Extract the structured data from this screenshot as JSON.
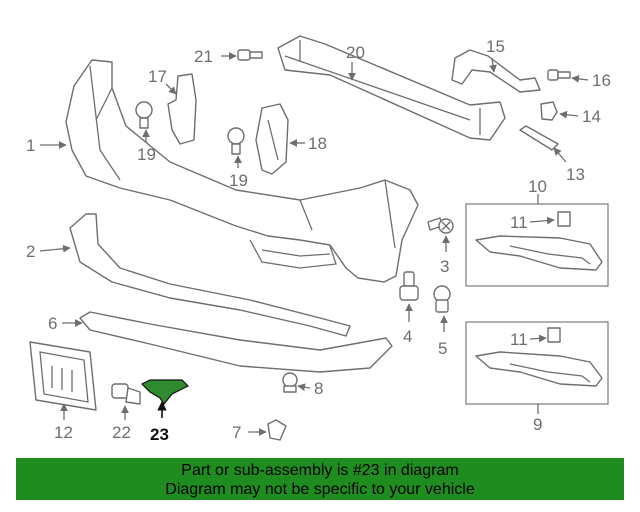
{
  "callouts": {
    "c1": "1",
    "c2": "2",
    "c3": "3",
    "c4": "4",
    "c5": "5",
    "c6": "6",
    "c7": "7",
    "c8": "8",
    "c9": "9",
    "c10": "10",
    "c11a": "11",
    "c11b": "11",
    "c12": "12",
    "c13": "13",
    "c14": "14",
    "c15": "15",
    "c16": "16",
    "c17": "17",
    "c18": "18",
    "c19a": "19",
    "c19b": "19",
    "c20": "20",
    "c21": "21",
    "c22": "22",
    "c23": "23"
  },
  "banner": {
    "line1": "Part or sub-assembly is #23 in diagram",
    "line2": "Diagram may not be specific to your vehicle"
  },
  "colors": {
    "banner": "#1f8c1f",
    "highlight_part": "#2e8b2e",
    "line": "#6e6e6e"
  }
}
